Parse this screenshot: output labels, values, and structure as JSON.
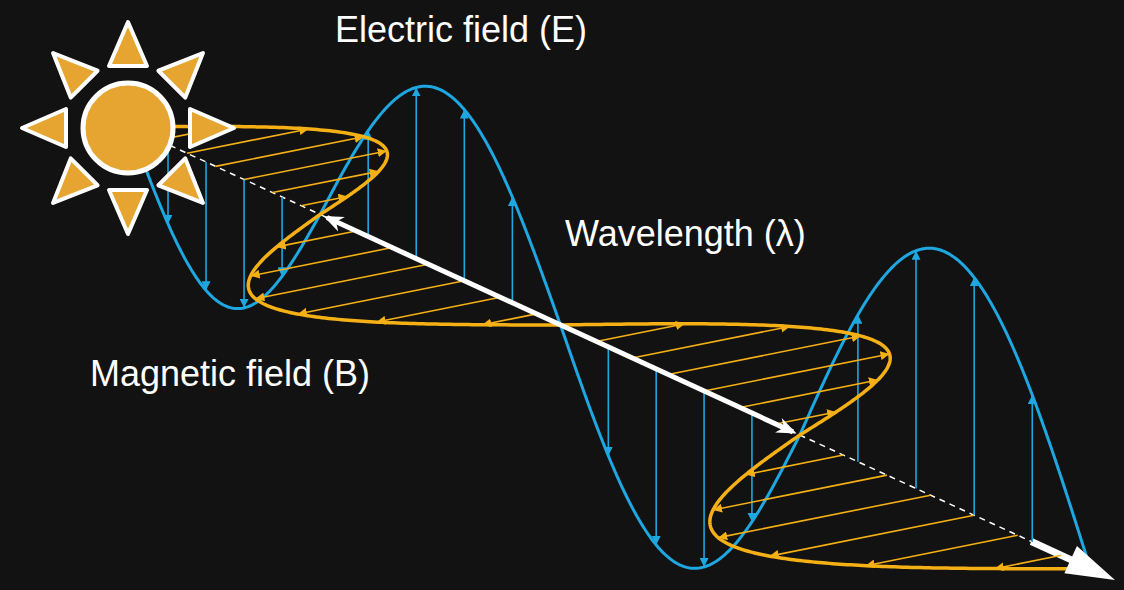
{
  "diagram": {
    "labels": [
      "Electric field (E)",
      "Wavelength (λ)",
      "Magnetic field (B)"
    ]
  }
}
